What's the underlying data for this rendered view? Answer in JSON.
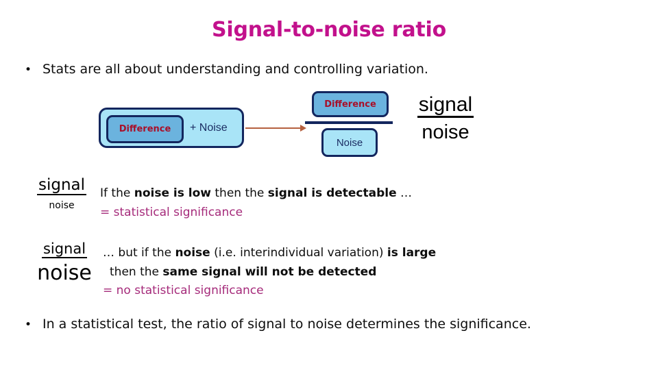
{
  "slide": {
    "title": "Signal-to-noise ratio",
    "title_color": "#C2118C",
    "background": "#ffffff"
  },
  "bullets": {
    "marker": "•",
    "top": "Stats are all about understanding and controlling variation.",
    "bottom": "In a statistical test, the ratio of signal to noise determines the significance."
  },
  "diagram": {
    "left_group": {
      "inner_label": "Difference",
      "inner_label_color": "#A8102A",
      "inner_fill": "#6BB3DE",
      "outer_label": "+ Noise",
      "outer_fill": "#A9E4F7",
      "border_color": "#13265E"
    },
    "arrow": {
      "color": "#B5603F",
      "direction": "right"
    },
    "right_fraction": {
      "numerator_label": "Difference",
      "numerator_label_color": "#A8102A",
      "numerator_fill": "#6BB3DE",
      "denominator_label": "Noise",
      "denominator_fill": "#A9E4F7",
      "bar_color": "#13265E"
    },
    "plain_fraction": {
      "numerator": "signal",
      "denominator": "noise"
    }
  },
  "explanations": [
    {
      "fraction": {
        "numerator": "signal",
        "denominator": "noise"
      },
      "line1_a": "If the ",
      "line1_b": "noise is low",
      "line1_c": " then the ",
      "line1_d": "signal is detectable",
      "line1_e": " …",
      "line2": "= statistical significance",
      "line2_color": "#A52A7A"
    },
    {
      "fraction": {
        "numerator": "signal",
        "denominator": "noise"
      },
      "line1_a": "… but if the ",
      "line1_b": "noise",
      "line1_c": " (i.e. interindividual variation) ",
      "line1_d": "is large",
      "line2_a": "then the ",
      "line2_b": "same signal will not be detected",
      "line3": "= no statistical significance",
      "line3_color": "#A52A7A"
    }
  ]
}
